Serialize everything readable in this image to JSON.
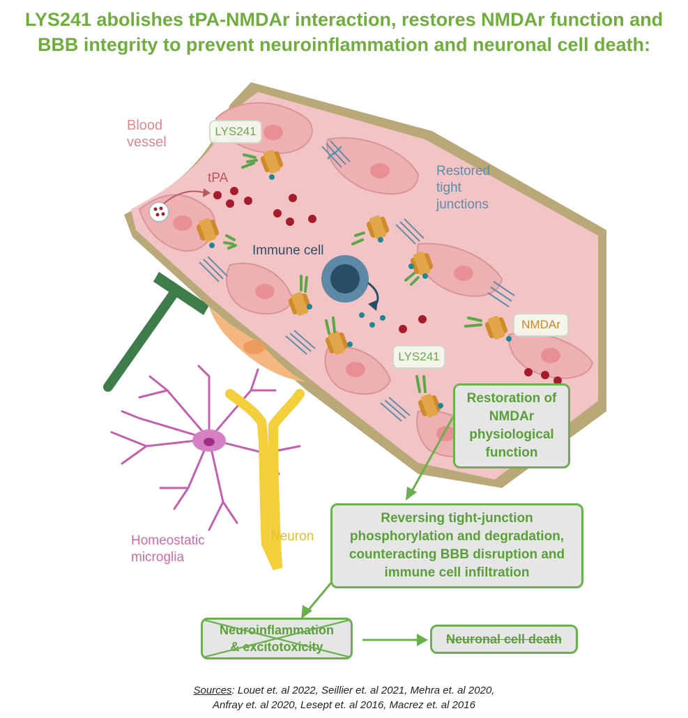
{
  "title_line1": "LYS241 abolishes tPA-NMDAr interaction, restores NMDAr function and",
  "title_line2": "BBB integrity to prevent neuroinflammation and neuronal cell death:",
  "labels": {
    "blood_vessel_1": "Blood",
    "blood_vessel_2": "vessel",
    "tpa": "tPA",
    "lys241_top": "LYS241",
    "restored_1": "Restored",
    "restored_2": "tight",
    "restored_3": "junctions",
    "immune_cell": "Immune cell",
    "nmdar": "NMDAr",
    "lys241_bottom": "LYS241",
    "microglia_1": "Homeostatic",
    "microglia_2": "microglia",
    "neuron": "Neuron"
  },
  "boxes": {
    "restoration": [
      "Restoration of",
      "NMDAr",
      "physiological",
      "function"
    ],
    "reversing": [
      "Reversing tight-junction",
      "phosphorylation and degradation,",
      "counteracting BBB disruption and",
      "immune cell infiltration"
    ],
    "neuroinflammation": [
      "Neuroinflammation",
      "& excitotoxicity"
    ],
    "neuronal_death": "Neuronal cell death"
  },
  "sources": {
    "key": "Sources",
    "line1": ": Louet et. al 2022, Seillier et. al 2021, Mehra et. al 2020,",
    "line2": "Anfray et. al 2020, Lesept et. al 2016, Macrez et. al 2016"
  },
  "colors": {
    "title": "#6fae3c",
    "box_border": "#6ab04c",
    "vessel_wall": "#b9a878",
    "vessel_lumen": "#f3c9c9",
    "cell": "#eeb2b3",
    "tpa": "#a51d2d",
    "microglia": "#c45fb0",
    "neuron": "#f3cf3c",
    "astro": "#3e7d4b"
  }
}
